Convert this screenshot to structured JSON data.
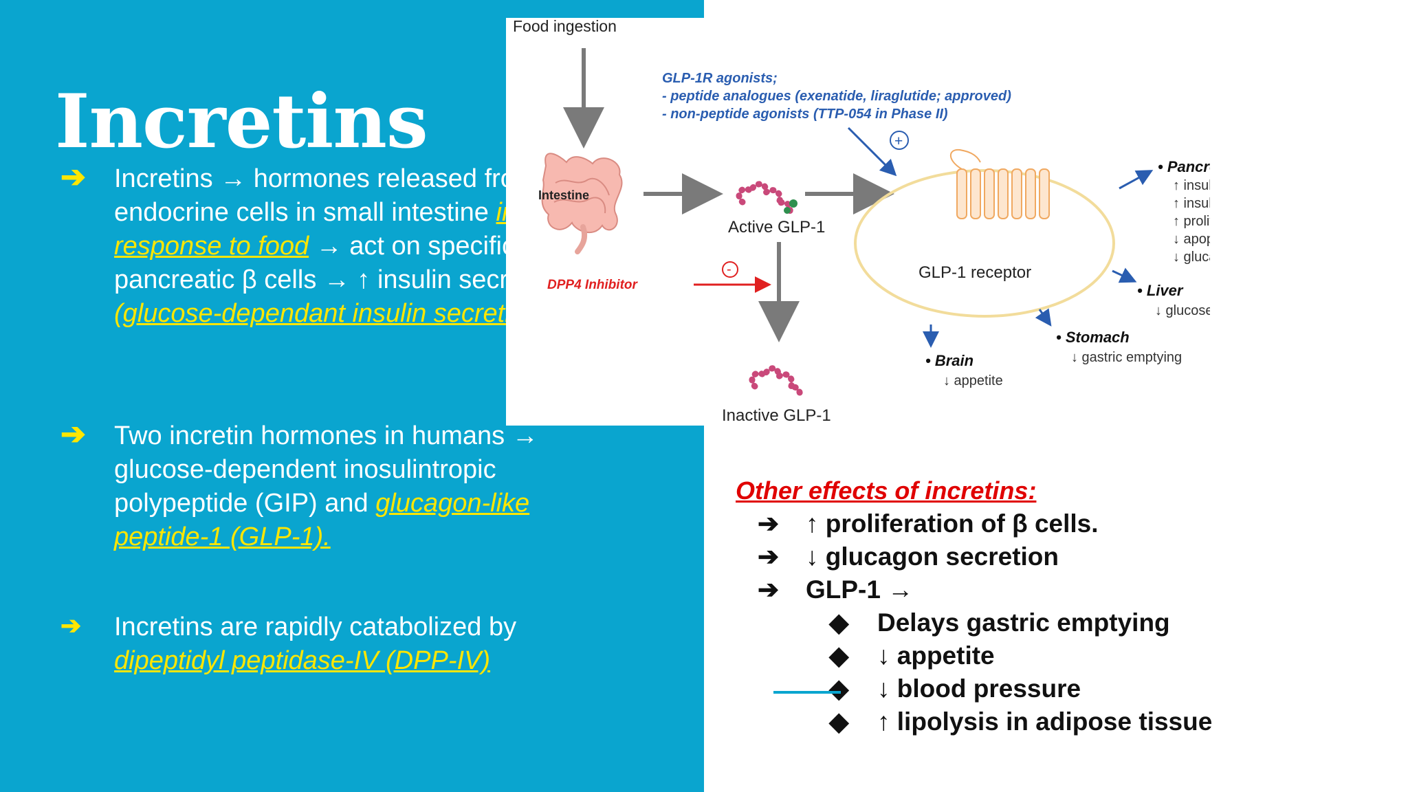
{
  "slide": {
    "title": "Incretins",
    "bullets": [
      {
        "arrow": "➔",
        "parts": [
          {
            "text": "Incretins → hormones released from endocrine cells in small intestine ",
            "hl": false
          },
          {
            "text": "in response to food",
            "hl": true
          },
          {
            "text": " → act on specific Rs pancreatic β cells → ↑ insulin secretion ",
            "hl": false
          },
          {
            "text": "(glucose-dependant insulin secretion)",
            "hl": true
          }
        ]
      },
      {
        "arrow": "➔",
        "parts": [
          {
            "text": "Two incretin hormones in humans →  glucose-dependent inosulintropic polypeptide (GIP) and ",
            "hl": false
          },
          {
            "text": "glucagon-like peptide-1 (GLP-1).",
            "hl": true
          }
        ]
      },
      {
        "arrow": "➔",
        "parts": [
          {
            "text": "Incretins are rapidly catabolized by",
            "hl": false
          },
          {
            "text": " dipeptidyl peptidase-IV (DPP-IV)",
            "hl": true
          }
        ]
      }
    ]
  },
  "diagram": {
    "food_ingestion": "Food ingestion",
    "intestine": "Intestine",
    "active_glp1": "Active GLP-1",
    "inactive_glp1": "Inactive GLP-1",
    "dpp4_inhibitor": "DPP4 Inhibitor",
    "minus_sign": "-",
    "plus_sign": "+",
    "receptor": "GLP-1 receptor",
    "agonists": [
      "GLP-1R agonists;",
      "- peptide analogues (exenatide, liraglutide; approved)",
      "- non-peptide agonists (TTP-054 in Phase II)"
    ],
    "pancreas": {
      "title": "• Pancreas",
      "items": [
        "↑ insulin secretion",
        "↑ insulin biosynthesis",
        "↑ proliferation of β-cells",
        "↓ apoptosis of β-cells",
        "↓ glucagon secretion"
      ]
    },
    "liver": {
      "title": "• Liver",
      "item": "↓ glucose production"
    },
    "stomach": {
      "title": "• Stomach",
      "item": "↓ gastric emptying"
    },
    "brain": {
      "title": "• Brain",
      "item": "↓ appetite"
    }
  },
  "effects": {
    "heading": "Other effects of incretins:",
    "items": [
      {
        "mark": "➔",
        "text": "↑ proliferation of β cells."
      },
      {
        "mark": "➔",
        "text": "↓ glucagon secretion"
      },
      {
        "mark": "➔",
        "text": "GLP-1 →"
      }
    ],
    "sub_items": [
      {
        "mark": "◆",
        "text": "Delays gastric emptying"
      },
      {
        "mark": "◆",
        "text": "↓ appetite"
      },
      {
        "mark": "◆",
        "text": "↓ blood pressure"
      },
      {
        "mark": "◆",
        "text": "↑ lipolysis in adipose tissue"
      }
    ]
  },
  "colors": {
    "panel": "#0aa5cf",
    "highlight": "#ffe600",
    "heading_red": "#e00000",
    "diagram_blue": "#2a5db0"
  }
}
